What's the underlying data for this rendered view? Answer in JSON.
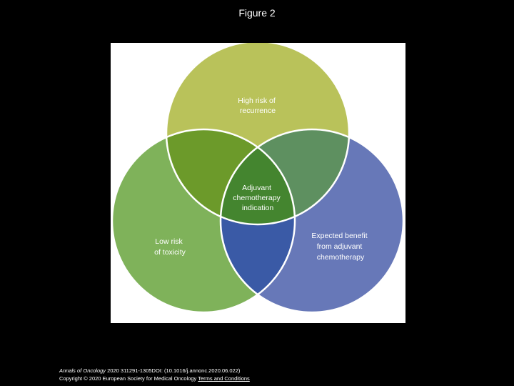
{
  "header": {
    "title": "Figure 2"
  },
  "diagram": {
    "type": "venn",
    "circles": [
      {
        "id": "top",
        "label_lines": [
          "High risk of",
          "recurrence"
        ],
        "color": "#b9c25a"
      },
      {
        "id": "left",
        "label_lines": [
          "Low risk",
          "of toxicity"
        ],
        "color": "#7fb25a"
      },
      {
        "id": "right",
        "label_lines": [
          "Expected benefit",
          "from adjuvant",
          "chemotherapy"
        ],
        "color": "#6778b8"
      }
    ],
    "overlaps": {
      "top_left": "#6c9a2a",
      "top_right": "#5e9060",
      "left_right": "#3a5aa6",
      "center": "#44852f"
    },
    "center_label_lines": [
      "Adjuvant",
      "chemotherapy",
      "indication"
    ]
  },
  "footer": {
    "journal": "Annals of Oncology",
    "citation": " 2020 311291-1305DOI: (10.1016/j.annonc.2020.06.022)",
    "copyright": "Copyright © 2020 European Society for Medical Oncology",
    "link_text": "Terms and Conditions"
  }
}
